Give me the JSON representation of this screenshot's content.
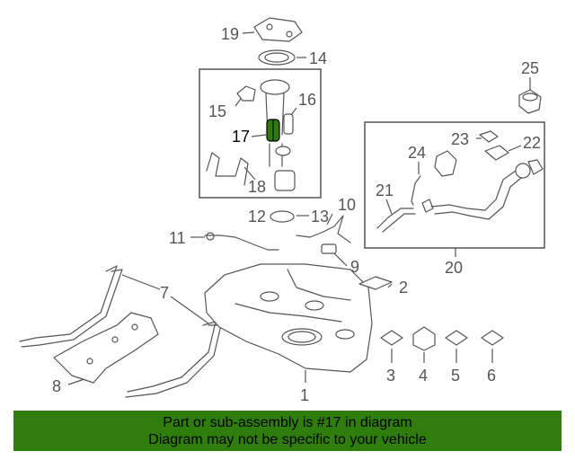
{
  "diagram": {
    "highlighted_part": "17",
    "callouts": [
      "19",
      "14",
      "25",
      "15",
      "16",
      "17",
      "23",
      "22",
      "24",
      "21",
      "18",
      "12",
      "13",
      "10",
      "20",
      "11",
      "9",
      "7",
      "2",
      "8",
      "1",
      "3",
      "4",
      "5",
      "6"
    ]
  },
  "banner": {
    "line1": "Part or sub-assembly is #17 in diagram",
    "line2": "Diagram may not be specific to your vehicle"
  },
  "colors": {
    "banner_bg": "#2f7d0d",
    "highlight_part": "#2e7a10",
    "line_art": "#555555"
  }
}
